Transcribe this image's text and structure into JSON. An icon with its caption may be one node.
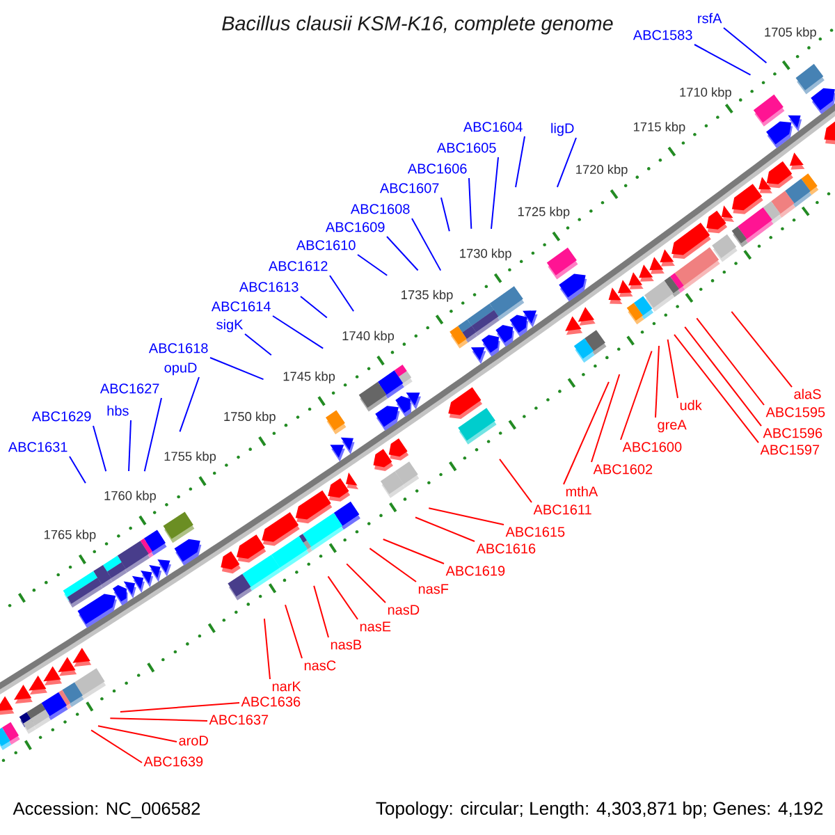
{
  "diagram": {
    "title": "Bacillus clausii KSM-K16, complete genome",
    "nodes": [
      {
        "text": [
          "rsfA"
        ]
      },
      {
        "text": [
          "ABC1583"
        ]
      },
      {
        "text": [
          "ligD"
        ]
      },
      {
        "text": [
          "ABC1604"
        ]
      },
      {
        "text": [
          "ABC1605"
        ]
      },
      {
        "text": [
          "ABC1606"
        ]
      },
      {
        "text": [
          "ABC1607"
        ]
      },
      {
        "text": [
          "ABC1608"
        ]
      },
      {
        "text": [
          "ABC1609"
        ]
      },
      {
        "text": [
          "ABC1610"
        ]
      },
      {
        "text": [
          "ABC1612"
        ]
      },
      {
        "text": [
          "ABC1613"
        ]
      },
      {
        "text": [
          "ABC1614"
        ]
      },
      {
        "text": [
          "sigK"
        ]
      },
      {
        "text": [
          "ABC1618"
        ]
      },
      {
        "text": [
          "opuD"
        ]
      },
      {
        "text": [
          "ABC1627"
        ]
      },
      {
        "text": [
          "hbs"
        ]
      },
      {
        "text": [
          "ABC1629"
        ]
      },
      {
        "text": [
          "ABC1631"
        ]
      },
      {
        "text": [
          "ABC1597"
        ]
      },
      {
        "text": [
          "alaS"
        ]
      },
      {
        "text": [
          "udk"
        ]
      },
      {
        "text": [
          "ABC1595"
        ]
      },
      {
        "text": [
          "greA"
        ]
      },
      {
        "text": [
          "ABC1596"
        ]
      },
      {
        "text": [
          "ABC1600"
        ]
      },
      {
        "text": [
          "ABC1602"
        ]
      },
      {
        "text": [
          "mthA"
        ]
      },
      {
        "text": [
          "ABC1611"
        ]
      },
      {
        "text": [
          "ABC1615"
        ]
      },
      {
        "text": [
          "ABC1616"
        ]
      },
      {
        "text": [
          "ABC1619"
        ]
      },
      {
        "text": [
          "nasF"
        ]
      },
      {
        "text": [
          "nasD"
        ]
      },
      {
        "text": [
          "nasE"
        ]
      },
      {
        "text": [
          "nasB"
        ]
      },
      {
        "text": [
          "nasC"
        ]
      },
      {
        "text": [
          "narK"
        ]
      },
      {
        "text": [
          "ABC1636"
        ]
      },
      {
        "text": [
          "ABC1637"
        ]
      },
      {
        "text": [
          "aroD"
        ]
      },
      {
        "text": [
          "ABC1639"
        ]
      }
    ],
    "edges": [
      {
        "from": 0,
        "to": null,
        "arrow": "none",
        "color": "#0000ff"
      },
      {
        "from": 1,
        "to": null,
        "arrow": "none",
        "color": "#0000ff"
      },
      {
        "from": 2,
        "to": null,
        "arrow": "none",
        "color": "#0000ff"
      },
      {
        "from": 3,
        "to": null,
        "arrow": "none",
        "color": "#0000ff"
      },
      {
        "from": 4,
        "to": null,
        "arrow": "none",
        "color": "#0000ff"
      },
      {
        "from": 5,
        "to": null,
        "arrow": "none",
        "color": "#0000ff"
      },
      {
        "from": 6,
        "to": null,
        "arrow": "none",
        "color": "#0000ff"
      },
      {
        "from": 7,
        "to": null,
        "arrow": "none",
        "color": "#0000ff"
      },
      {
        "from": 8,
        "to": null,
        "arrow": "none",
        "color": "#0000ff"
      },
      {
        "from": 9,
        "to": null,
        "arrow": "none",
        "color": "#0000ff"
      },
      {
        "from": 10,
        "to": null,
        "arrow": "none",
        "color": "#0000ff"
      },
      {
        "from": 11,
        "to": null,
        "arrow": "none",
        "color": "#0000ff"
      },
      {
        "from": 12,
        "to": null,
        "arrow": "none",
        "color": "#0000ff"
      },
      {
        "from": 13,
        "to": null,
        "arrow": "none",
        "color": "#0000ff"
      },
      {
        "from": 14,
        "to": null,
        "arrow": "none",
        "color": "#0000ff"
      },
      {
        "from": 15,
        "to": null,
        "arrow": "none",
        "color": "#0000ff"
      },
      {
        "from": 16,
        "to": null,
        "arrow": "none",
        "color": "#0000ff"
      },
      {
        "from": 17,
        "to": null,
        "arrow": "none",
        "color": "#0000ff"
      },
      {
        "from": 18,
        "to": null,
        "arrow": "none",
        "color": "#0000ff"
      },
      {
        "from": 19,
        "to": null,
        "arrow": "none",
        "color": "#0000ff"
      },
      {
        "from": 20,
        "to": null,
        "arrow": "none"
      },
      {
        "from": 21,
        "to": null,
        "arrow": "none"
      },
      {
        "from": 22,
        "to": null,
        "arrow": "none"
      },
      {
        "from": 23,
        "to": null,
        "arrow": "none"
      },
      {
        "from": 24,
        "to": null,
        "arrow": "none"
      },
      {
        "from": 25,
        "to": null,
        "arrow": "none"
      },
      {
        "from": 26,
        "to": null,
        "arrow": "none"
      },
      {
        "from": 27,
        "to": null,
        "arrow": "none"
      },
      {
        "from": 28,
        "to": null,
        "arrow": "none"
      },
      {
        "from": 29,
        "to": null,
        "arrow": "none"
      },
      {
        "from": 30,
        "to": null,
        "arrow": "none"
      },
      {
        "from": 31,
        "to": null,
        "arrow": "none"
      },
      {
        "from": 32,
        "to": null,
        "arrow": "none"
      },
      {
        "from": 33,
        "to": null,
        "arrow": "none"
      },
      {
        "from": 34,
        "to": null,
        "arrow": "none"
      },
      {
        "from": 35,
        "to": null,
        "arrow": "none"
      },
      {
        "from": 36,
        "to": null,
        "arrow": "none"
      },
      {
        "from": 37,
        "to": null,
        "arrow": "none"
      },
      {
        "from": 38,
        "to": null,
        "arrow": "none"
      },
      {
        "from": 39,
        "to": null,
        "arrow": "none"
      },
      {
        "from": 40,
        "to": null,
        "arrow": "none"
      },
      {
        "from": 41,
        "to": null,
        "arrow": "none"
      },
      {
        "from": 42,
        "to": null,
        "arrow": "none"
      }
    ],
    "labels": [
      "1705 kbp",
      "1710 kbp",
      "1715 kbp",
      "1720 kbp",
      "1725 kbp",
      "1730 kbp",
      "1735 kbp",
      "1740 kbp",
      "1745 kbp",
      "1750 kbp",
      "1755 kbp",
      "1760 kbp",
      "1765 kbp",
      "Accession: NC_006582",
      "Topology: circular; Length: 4,303,871 bp; Genes: 4,192"
    ]
  }
}
